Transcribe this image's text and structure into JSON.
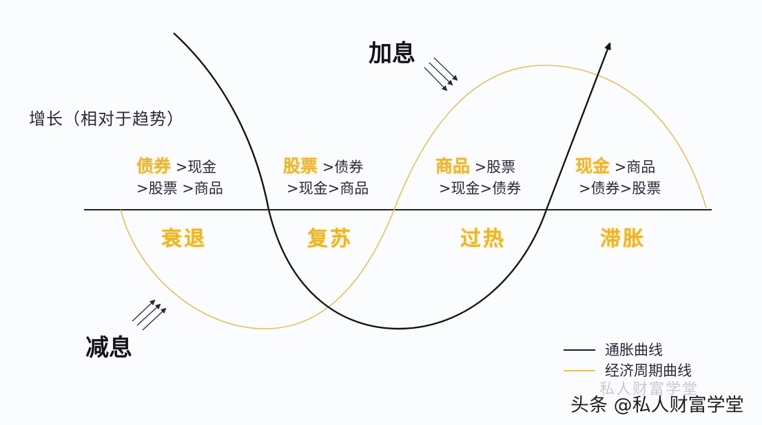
{
  "y_axis_label": "增长（相对于趋势）",
  "rate_labels": {
    "hike": "加息",
    "cut": "减息"
  },
  "phases": [
    {
      "name": "衰退",
      "lead_asset": "债券",
      "line1_rest": " >现金",
      "line2": ">股票 >商品"
    },
    {
      "name": "复苏",
      "lead_asset": "股票",
      "line1_rest": " >债券",
      "line2": ">现金>商品"
    },
    {
      "name": "过热",
      "lead_asset": "商品",
      "line1_rest": " >股票",
      "line2": ">现金>债券"
    },
    {
      "name": "滞胀",
      "lead_asset": "现金",
      "line1_rest": " >商品",
      "line2": ">债券>股票"
    }
  ],
  "legend": [
    {
      "label": "通胀曲线",
      "color": "#1a1a1a"
    },
    {
      "label": "经济周期曲线",
      "color": "#e9c15a"
    }
  ],
  "colors": {
    "accent_yellow": "#e9b52c",
    "inflation_line": "#141414",
    "cycle_line": "#e2bf5e",
    "axis": "#1f1f1f",
    "background": "#fbfcfe"
  },
  "watermark": {
    "faint": "私人财富学堂",
    "main": "头条 @私人财富学堂"
  }
}
